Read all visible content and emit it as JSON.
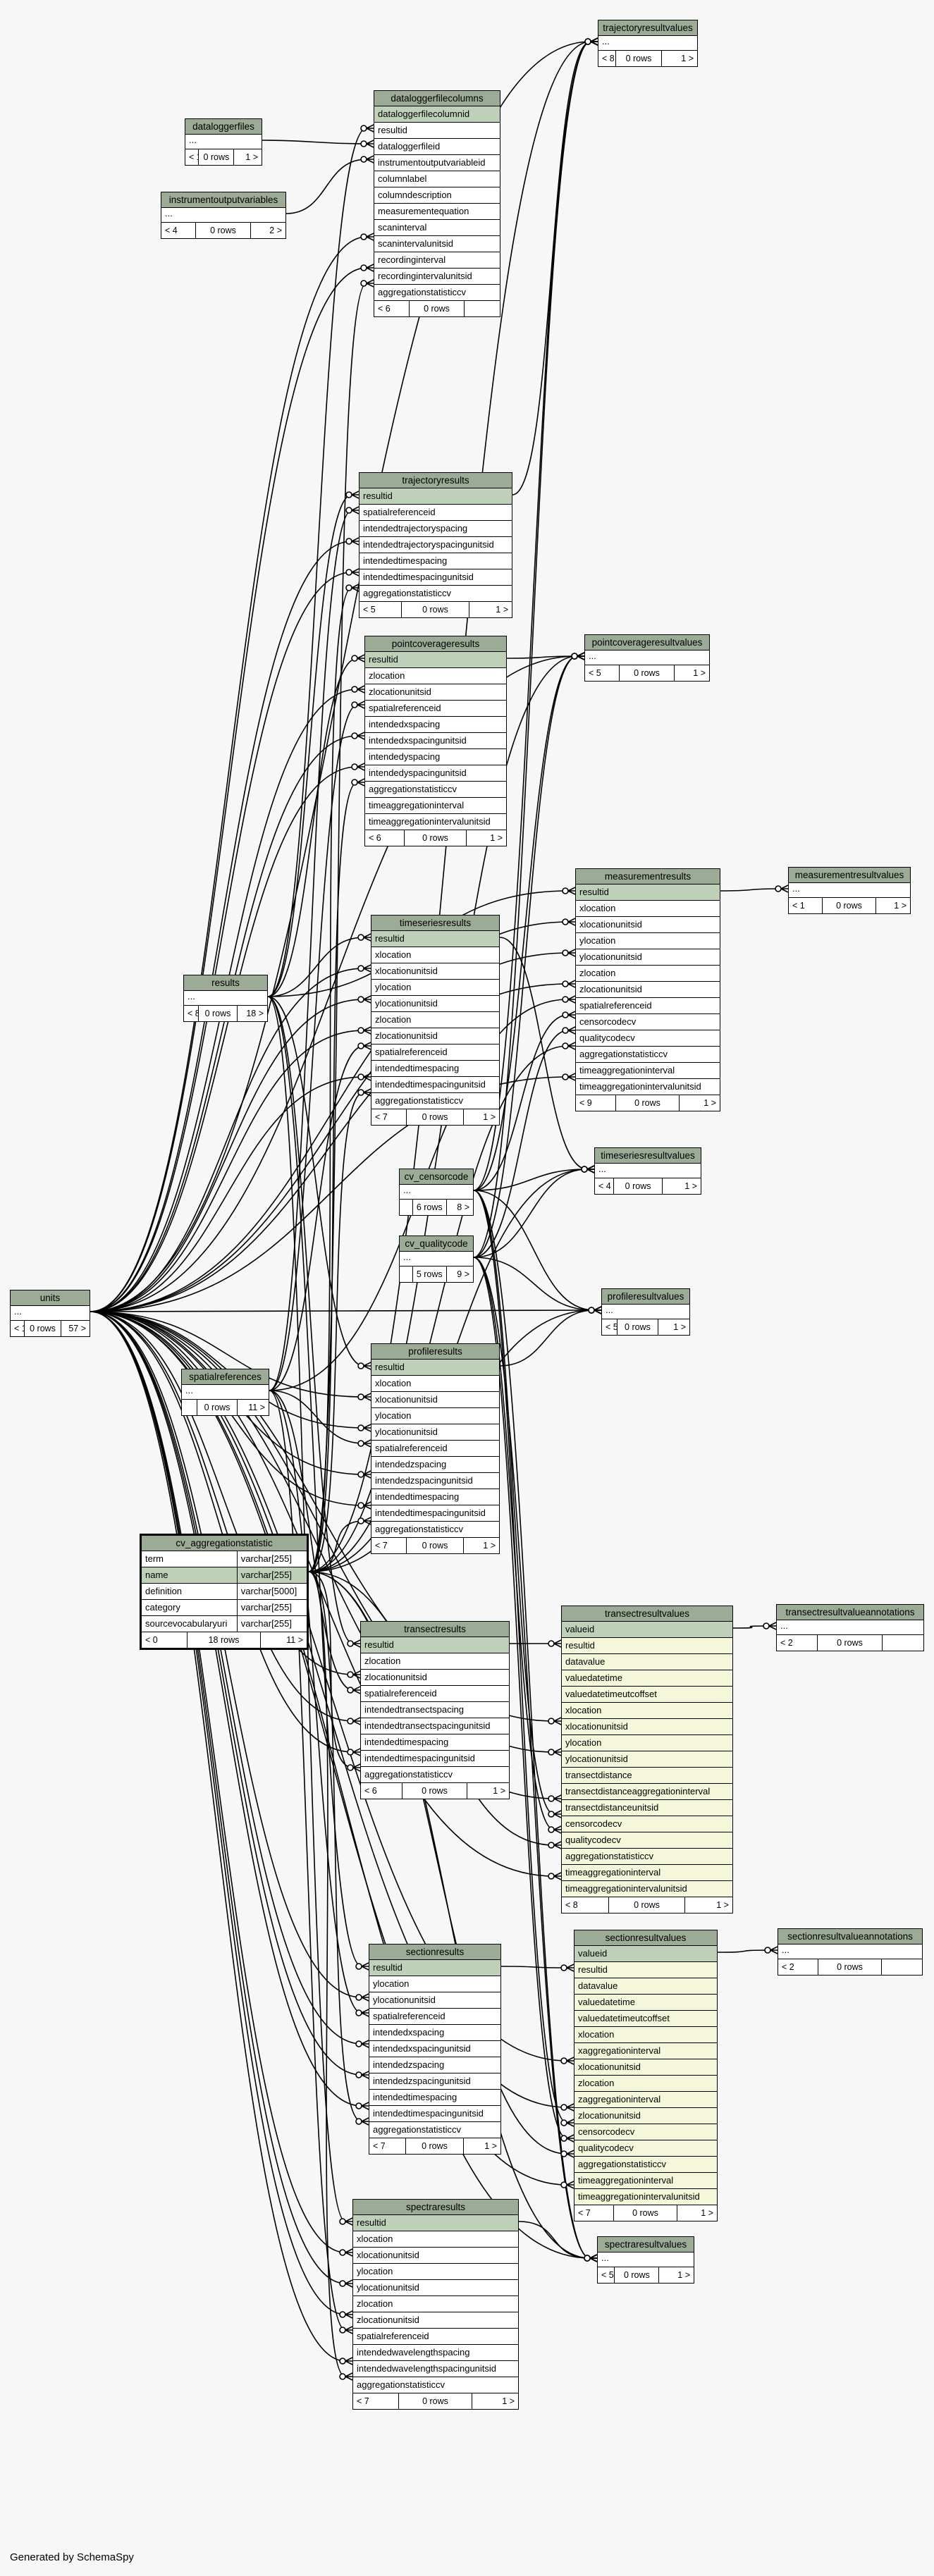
{
  "footer_text": "Generated by SchemaSpy",
  "colors": {
    "header": "#9bab96",
    "primary_key_row": "#bed1b8",
    "focus_row": "#f4f7da",
    "background": "#f7f7f7"
  },
  "tables": {
    "trajectoryresultvalues": {
      "name": "trajectoryresultvalues",
      "rows": [
        "..."
      ],
      "footer": [
        "< 8",
        "0 rows",
        "1 >"
      ]
    },
    "dataloggerfilecolumns": {
      "name": "dataloggerfilecolumns",
      "rows": [
        "dataloggerfilecolumnid",
        "resultid",
        "dataloggerfileid",
        "instrumentoutputvariableid",
        "columnlabel",
        "columndescription",
        "measurementequation",
        "scaninterval",
        "scanintervalunitsid",
        "recordinginterval",
        "recordingintervalunitsid",
        "aggregationstatisticcv"
      ],
      "footer": [
        "< 6",
        "0 rows",
        ""
      ]
    },
    "dataloggerfiles": {
      "name": "dataloggerfiles",
      "rows": [
        "..."
      ],
      "footer": [
        "< 1",
        "0 rows",
        "1 >"
      ]
    },
    "instrumentoutputvariables": {
      "name": "instrumentoutputvariables",
      "rows": [
        "..."
      ],
      "footer": [
        "< 4",
        "0 rows",
        "2 >"
      ]
    },
    "trajectoryresults": {
      "name": "trajectoryresults",
      "rows": [
        "resultid",
        "spatialreferenceid",
        "intendedtrajectoryspacing",
        "intendedtrajectoryspacingunitsid",
        "intendedtimespacing",
        "intendedtimespacingunitsid",
        "aggregationstatisticcv"
      ],
      "footer": [
        "< 5",
        "0 rows",
        "1 >"
      ]
    },
    "pointcoverageresults": {
      "name": "pointcoverageresults",
      "rows": [
        "resultid",
        "zlocation",
        "zlocationunitsid",
        "spatialreferenceid",
        "intendedxspacing",
        "intendedxspacingunitsid",
        "intendedyspacing",
        "intendedyspacingunitsid",
        "aggregationstatisticcv",
        "timeaggregationinterval",
        "timeaggregationintervalunitsid"
      ],
      "footer": [
        "< 6",
        "0 rows",
        "1 >"
      ]
    },
    "pointcoverageresultvalues": {
      "name": "pointcoverageresultvalues",
      "rows": [
        "..."
      ],
      "footer": [
        "< 5",
        "0 rows",
        "1 >"
      ]
    },
    "measurementresults": {
      "name": "measurementresults",
      "rows": [
        "resultid",
        "xlocation",
        "xlocationunitsid",
        "ylocation",
        "ylocationunitsid",
        "zlocation",
        "zlocationunitsid",
        "spatialreferenceid",
        "censorcodecv",
        "qualitycodecv",
        "aggregationstatisticcv",
        "timeaggregationinterval",
        "timeaggregationintervalunitsid"
      ],
      "footer": [
        "< 9",
        "0 rows",
        "1 >"
      ]
    },
    "measurementresultvalues": {
      "name": "measurementresultvalues",
      "rows": [
        "..."
      ],
      "footer": [
        "< 1",
        "0 rows",
        "1 >"
      ]
    },
    "timeseriesresults": {
      "name": "timeseriesresults",
      "rows": [
        "resultid",
        "xlocation",
        "xlocationunitsid",
        "ylocation",
        "ylocationunitsid",
        "zlocation",
        "zlocationunitsid",
        "spatialreferenceid",
        "intendedtimespacing",
        "intendedtimespacingunitsid",
        "aggregationstatisticcv"
      ],
      "footer": [
        "< 7",
        "0 rows",
        "1 >"
      ]
    },
    "results": {
      "name": "results",
      "rows": [
        "..."
      ],
      "footer": [
        "< 8",
        "0 rows",
        "18 >"
      ]
    },
    "timeseriesresultvalues": {
      "name": "timeseriesresultvalues",
      "rows": [
        "..."
      ],
      "footer": [
        "< 4",
        "0 rows",
        "1 >"
      ]
    },
    "cv_censorcode": {
      "name": "cv_censorcode",
      "rows": [
        "..."
      ],
      "footer": [
        "",
        "6 rows",
        "8 >"
      ]
    },
    "cv_qualitycode": {
      "name": "cv_qualitycode",
      "rows": [
        "..."
      ],
      "footer": [
        "",
        "5 rows",
        "9 >"
      ]
    },
    "units": {
      "name": "units",
      "rows": [
        "..."
      ],
      "footer": [
        "< 1",
        "0 rows",
        "57 >"
      ]
    },
    "profileresultvalues": {
      "name": "profileresultvalues",
      "rows": [
        "..."
      ],
      "footer": [
        "< 5",
        "0 rows",
        "1 >"
      ]
    },
    "spatialreferences": {
      "name": "spatialreferences",
      "rows": [
        "..."
      ],
      "footer": [
        "",
        "0 rows",
        "11 >"
      ]
    },
    "profileresults": {
      "name": "profileresults",
      "rows": [
        "resultid",
        "xlocation",
        "xlocationunitsid",
        "ylocation",
        "ylocationunitsid",
        "spatialreferenceid",
        "intendedzspacing",
        "intendedzspacingunitsid",
        "intendedtimespacing",
        "intendedtimespacingunitsid",
        "aggregationstatisticcv"
      ],
      "footer": [
        "< 7",
        "0 rows",
        "1 >"
      ]
    },
    "cv_aggregationstatistic": {
      "name": "cv_aggregationstatistic",
      "grid": [
        [
          "term",
          "varchar[255]"
        ],
        [
          "name",
          "varchar[255]"
        ],
        [
          "definition",
          "varchar[5000]"
        ],
        [
          "category",
          "varchar[255]"
        ],
        [
          "sourcevocabularyuri",
          "varchar[255]"
        ]
      ],
      "footer": [
        "< 0",
        "18 rows",
        "11 >"
      ]
    },
    "transectresults": {
      "name": "transectresults",
      "rows": [
        "resultid",
        "zlocation",
        "zlocationunitsid",
        "spatialreferenceid",
        "intendedtransectspacing",
        "intendedtransectspacingunitsid",
        "intendedtimespacing",
        "intendedtimespacingunitsid",
        "aggregationstatisticcv"
      ],
      "footer": [
        "< 6",
        "0 rows",
        "1 >"
      ]
    },
    "transectresultvalues": {
      "name": "transectresultvalues",
      "rows": [
        "valueid",
        "resultid",
        "datavalue",
        "valuedatetime",
        "valuedatetimeutcoffset",
        "xlocation",
        "xlocationunitsid",
        "ylocation",
        "ylocationunitsid",
        "transectdistance",
        "transectdistanceaggregationinterval",
        "transectdistanceunitsid",
        "censorcodecv",
        "qualitycodecv",
        "aggregationstatisticcv",
        "timeaggregationinterval",
        "timeaggregationintervalunitsid"
      ],
      "footer": [
        "< 8",
        "0 rows",
        "1 >"
      ]
    },
    "transectresultvalueannotations": {
      "name": "transectresultvalueannotations",
      "rows": [
        "..."
      ],
      "footer": [
        "< 2",
        "0 rows",
        ""
      ]
    },
    "sectionresults": {
      "name": "sectionresults",
      "rows": [
        "resultid",
        "ylocation",
        "ylocationunitsid",
        "spatialreferenceid",
        "intendedxspacing",
        "intendedxspacingunitsid",
        "intendedzspacing",
        "intendedzspacingunitsid",
        "intendedtimespacing",
        "intendedtimespacingunitsid",
        "aggregationstatisticcv"
      ],
      "footer": [
        "< 7",
        "0 rows",
        "1 >"
      ]
    },
    "sectionresultvalues": {
      "name": "sectionresultvalues",
      "rows": [
        "valueid",
        "resultid",
        "datavalue",
        "valuedatetime",
        "valuedatetimeutcoffset",
        "xlocation",
        "xaggregationinterval",
        "xlocationunitsid",
        "zlocation",
        "zaggregationinterval",
        "zlocationunitsid",
        "censorcodecv",
        "qualitycodecv",
        "aggregationstatisticcv",
        "timeaggregationinterval",
        "timeaggregationintervalunitsid"
      ],
      "footer": [
        "< 7",
        "0 rows",
        "1 >"
      ]
    },
    "sectionresultvalueannotations": {
      "name": "sectionresultvalueannotations",
      "rows": [
        "..."
      ],
      "footer": [
        "< 2",
        "0 rows",
        ""
      ]
    },
    "spectraresults": {
      "name": "spectraresults",
      "rows": [
        "resultid",
        "xlocation",
        "xlocationunitsid",
        "ylocation",
        "ylocationunitsid",
        "zlocation",
        "zlocationunitsid",
        "spatialreferenceid",
        "intendedwavelengthspacing",
        "intendedwavelengthspacingunitsid",
        "aggregationstatisticcv"
      ],
      "footer": [
        "< 7",
        "0 rows",
        "1 >"
      ]
    },
    "spectraresultvalues": {
      "name": "spectraresultvalues",
      "rows": [
        "..."
      ],
      "footer": [
        "< 5",
        "0 rows",
        "1 >"
      ]
    }
  }
}
